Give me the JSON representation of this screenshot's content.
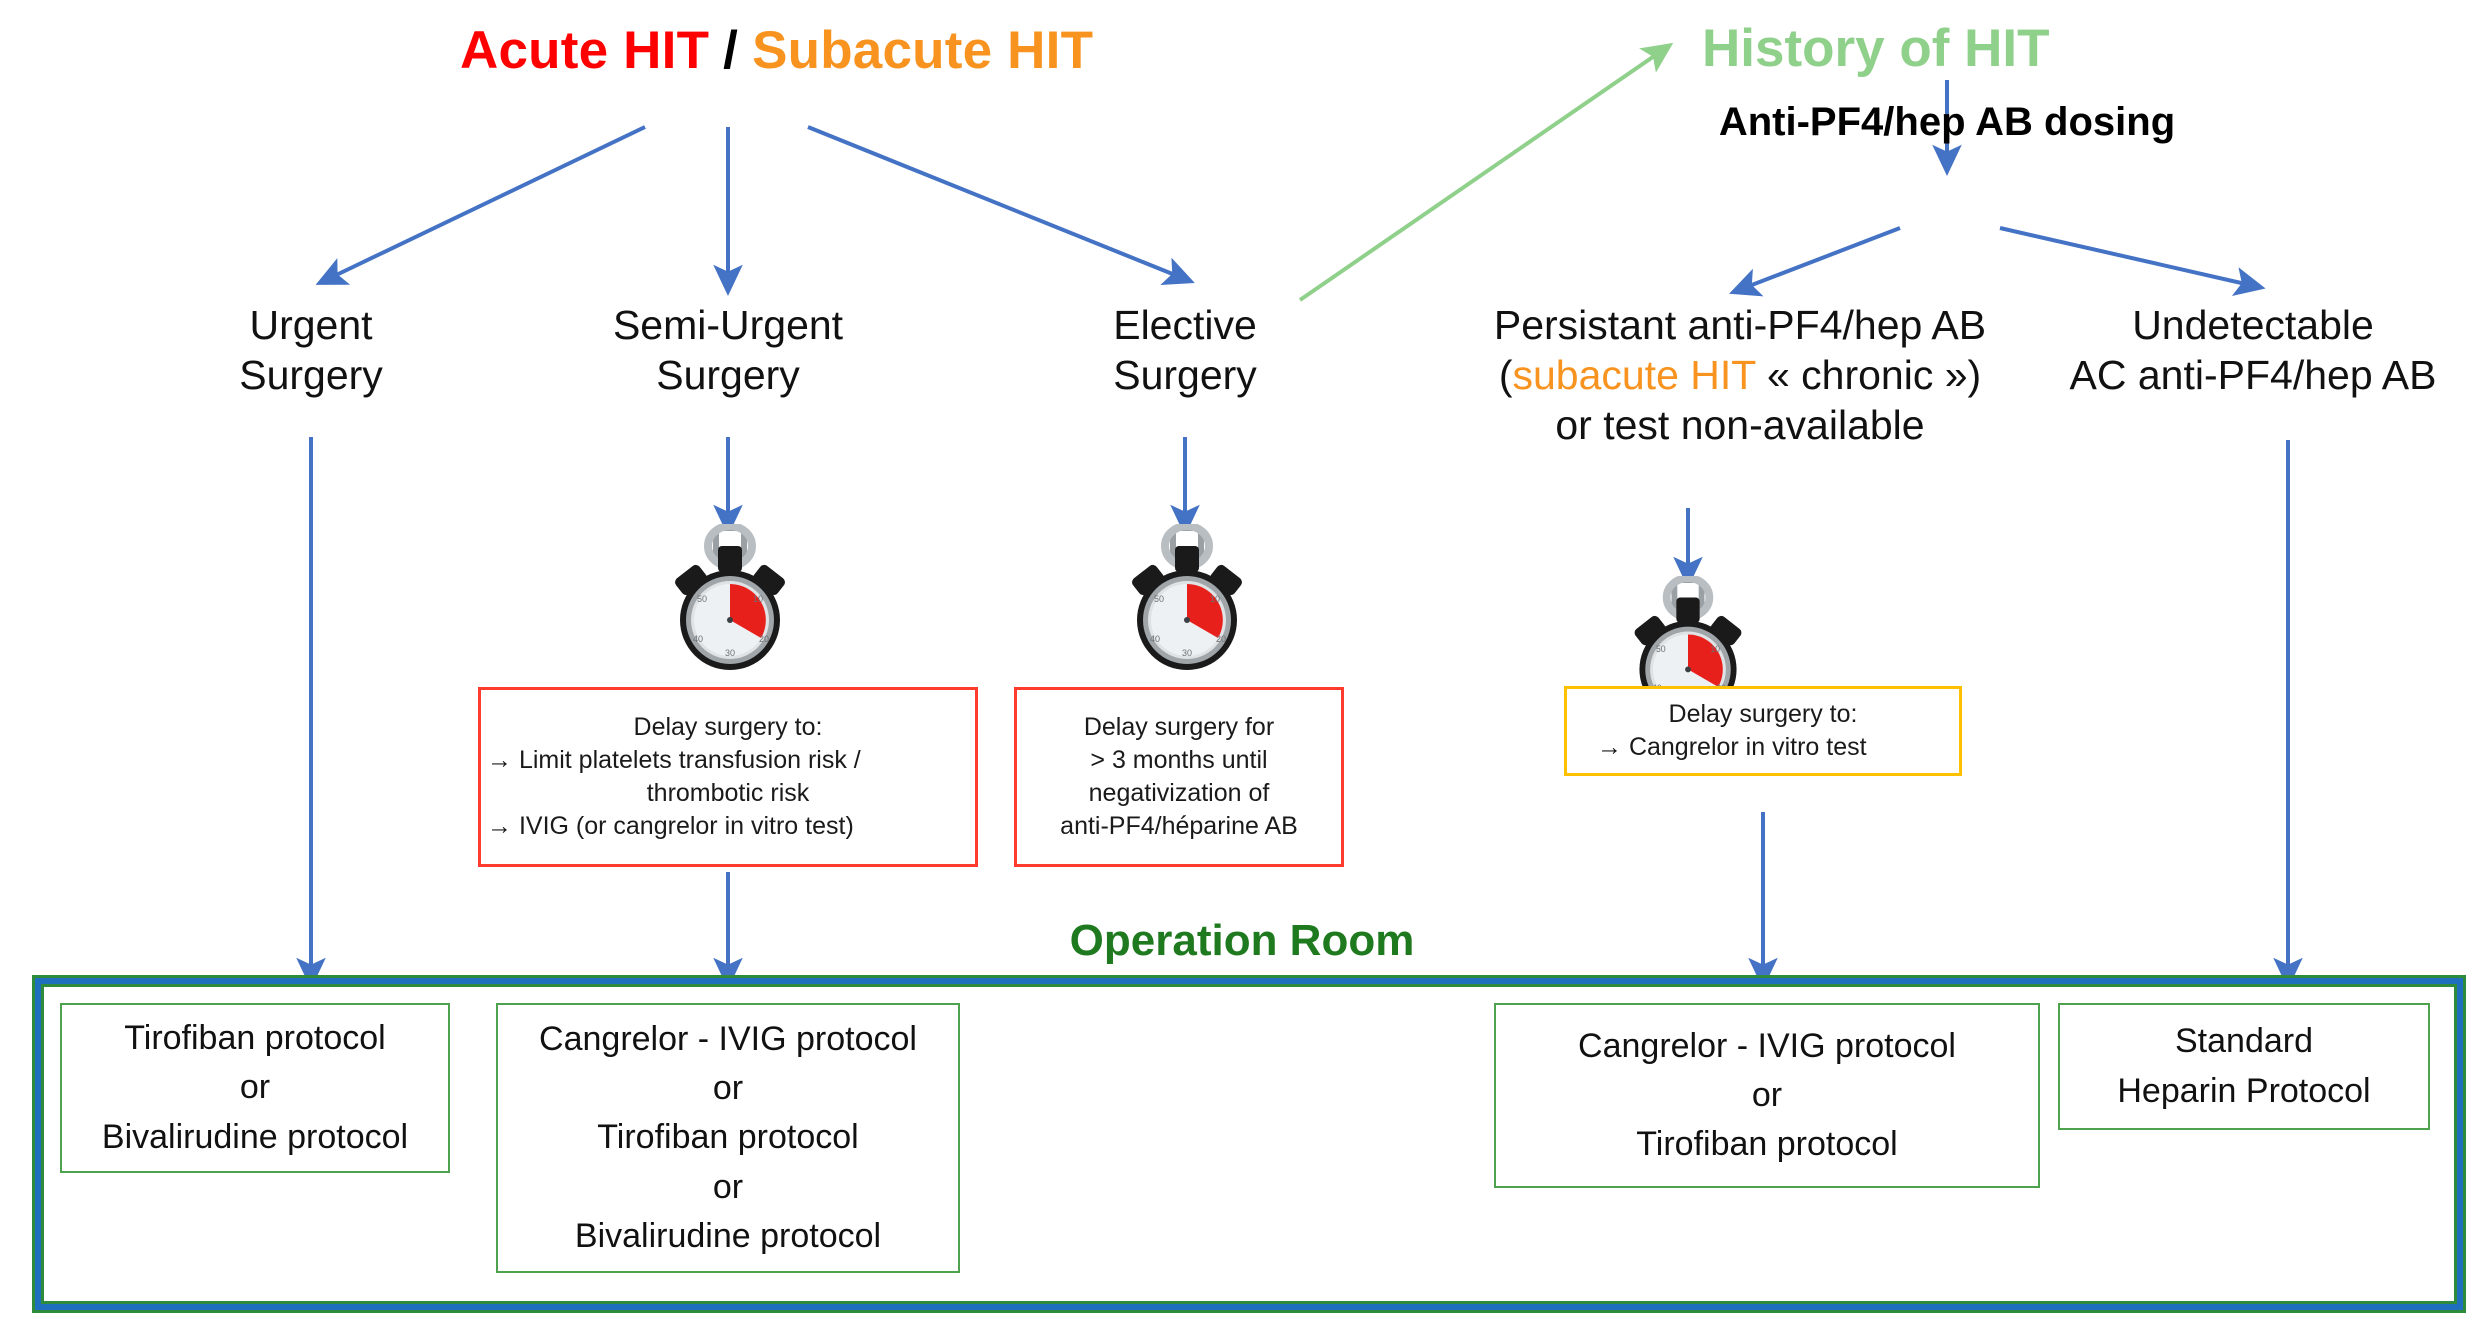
{
  "colors": {
    "acute_red": "#FF0000",
    "subacute_orange": "#F7931E",
    "history_green": "#8FD08A",
    "arrow_blue": "#4472C4",
    "arrow_green": "#8FD08A",
    "operation_room_green": "#1F7A1F",
    "frame_green": "#2E8B3C",
    "frame_blue": "#1F6FBF",
    "delay_red_border": "#FF3B30",
    "delay_yellow_border": "#FFC000",
    "protocol_border": "#4EA24E",
    "stopwatch_red": "#E8201C",
    "stopwatch_body": "#C9CDD0"
  },
  "headings": {
    "acute": "Acute HIT",
    "slash": "/",
    "subacute": "Subacute HIT",
    "history": "History of HIT",
    "anti_pf4_dosing": "Anti-PF4/hep AB dosing",
    "operation_room": "Operation Room"
  },
  "nodes": {
    "urgent": {
      "line1": "Urgent",
      "line2": "Surgery"
    },
    "semi_urgent": {
      "line1": "Semi-Urgent",
      "line2": "Surgery"
    },
    "elective": {
      "line1": "Elective",
      "line2": "Surgery"
    },
    "persistant": {
      "line1": "Persistant anti-PF4/hep AB",
      "line2_open": "(",
      "line2_orange": "subacute HIT",
      "line2_rest": " « chronic »)",
      "line3": "or test non-available"
    },
    "undetectable": {
      "line1": "Undetectable",
      "line2": "AC anti-PF4/hep AB"
    }
  },
  "delay_boxes": {
    "semi_urgent": {
      "border": "red",
      "line1": "Delay surgery to:",
      "line2": "→ Limit platelets transfusion risk /",
      "line3": "thrombotic risk",
      "line4": "→ IVIG (or cangrelor in vitro test)"
    },
    "elective": {
      "border": "red",
      "line1": "Delay surgery for",
      "line2": "> 3 months until",
      "line3": "negativization of",
      "line4": "anti-PF4/héparine AB"
    },
    "persistant": {
      "border": "yellow",
      "line1": "Delay surgery to:",
      "line2": "→ Cangrelor in vitro test"
    }
  },
  "protocols": {
    "urgent": {
      "line1": "Tirofiban protocol",
      "line2": "or",
      "line3": "Bivalirudine protocol"
    },
    "semi_urgent": {
      "line1": "Cangrelor - IVIG protocol",
      "line2": "or",
      "line3": "Tirofiban protocol",
      "line4": "or",
      "line5": "Bivalirudine protocol"
    },
    "persistant": {
      "line1": "Cangrelor - IVIG protocol",
      "line2": "or",
      "line3": "Tirofiban protocol"
    },
    "undetectable": {
      "line1": "Standard",
      "line2": "Heparin Protocol"
    }
  },
  "icons": {
    "stopwatch": "stopwatch-icon",
    "arrow_right_glyph": "→"
  }
}
